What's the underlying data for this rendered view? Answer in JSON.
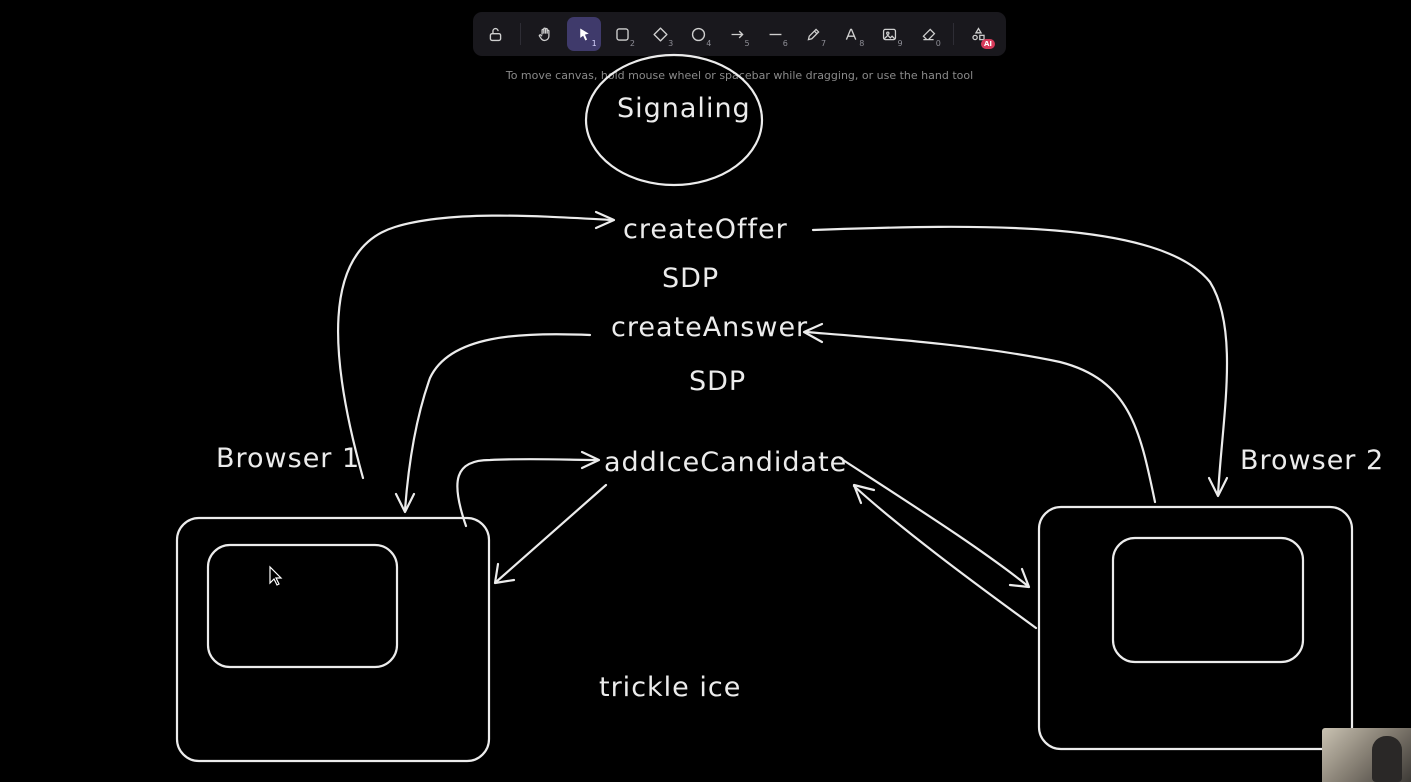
{
  "toolbar": {
    "tools": [
      {
        "name": "lock-icon",
        "num": ""
      },
      {
        "name": "hand-icon",
        "num": ""
      },
      {
        "name": "selection-icon",
        "num": "1"
      },
      {
        "name": "rectangle-icon",
        "num": "2"
      },
      {
        "name": "diamond-icon",
        "num": "3"
      },
      {
        "name": "ellipse-icon",
        "num": "4"
      },
      {
        "name": "arrow-icon",
        "num": "5"
      },
      {
        "name": "line-icon",
        "num": "6"
      },
      {
        "name": "pencil-icon",
        "num": "7"
      },
      {
        "name": "text-icon",
        "num": "8"
      },
      {
        "name": "image-icon",
        "num": "9"
      },
      {
        "name": "eraser-icon",
        "num": "0"
      },
      {
        "name": "shapes-ai-icon",
        "num": ""
      }
    ],
    "ai_badge": "AI",
    "active_tool": "selection"
  },
  "hint": "To move canvas, hold mouse wheel or spacebar while dragging, or use the hand tool",
  "diagram": {
    "signaling": "Signaling",
    "create_offer": "createOffer",
    "sdp1": "SDP",
    "create_answer": "createAnswer",
    "sdp2": "SDP",
    "add_ice": "addIceCandidate",
    "browser1": "Browser 1",
    "browser2": "Browser 2",
    "trickle": "trickle ice"
  },
  "colors": {
    "background": "#000000",
    "stroke": "#ececec",
    "active_tool": "#3f3a6b"
  }
}
